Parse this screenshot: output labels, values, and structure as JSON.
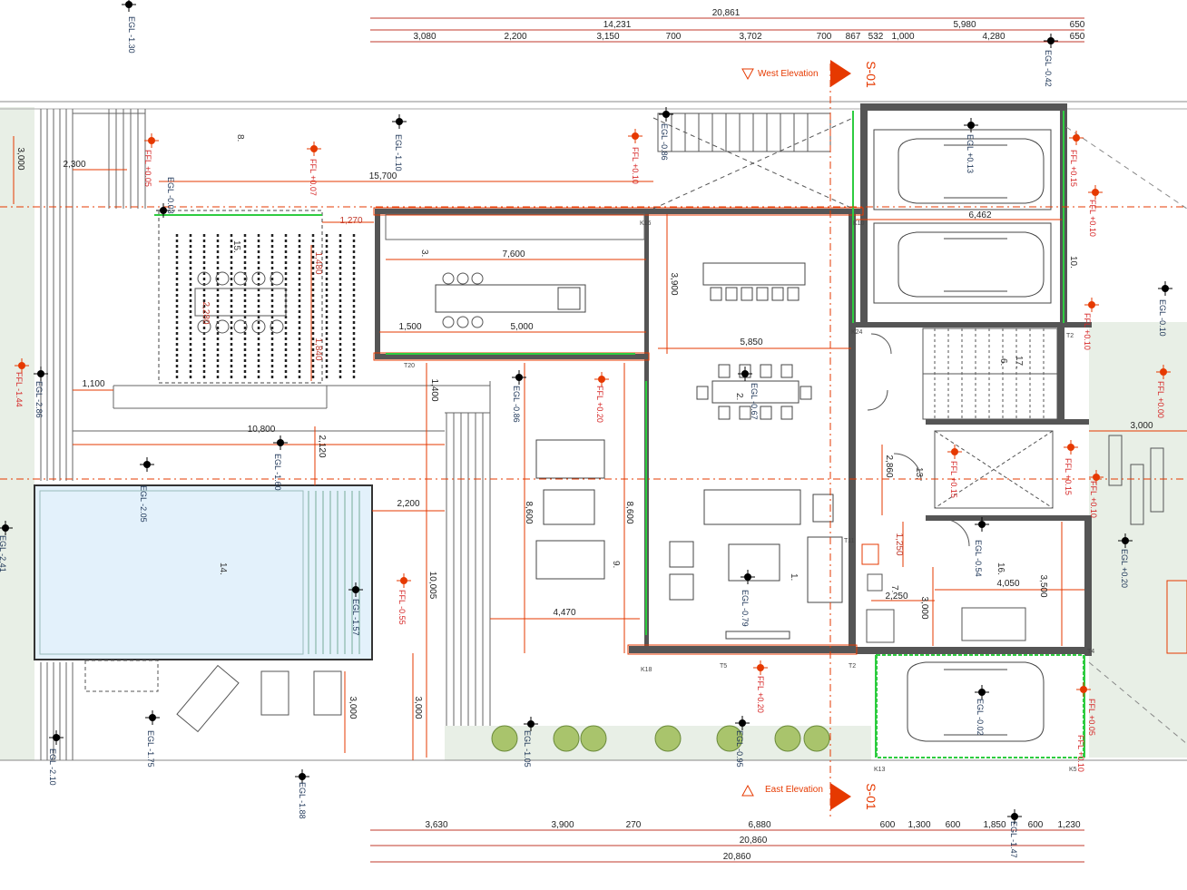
{
  "top_dims": {
    "overall": "20,861",
    "sub_left": "14,231",
    "sub_mid": "5,980",
    "sub_right": "650",
    "segments": [
      "3,080",
      "2,200",
      "3,150",
      "700",
      "3,702",
      "700",
      "867",
      "532",
      "1,000",
      "4,280",
      "650"
    ]
  },
  "bottom_dims": {
    "segments": [
      "3,630",
      "3,900",
      "270",
      "6,880",
      "600",
      "1,300",
      "600",
      "1,850",
      "600",
      "1,230"
    ],
    "overall_1": "20,860",
    "overall_2": "20,860"
  },
  "section_marks": {
    "top_label": "S-01",
    "bottom_label": "S-01",
    "west": "West Elevation",
    "east": "East Elevation"
  },
  "room_numbers": [
    "1.",
    "2.",
    "3.",
    "6.",
    "7.",
    "8.",
    "9.",
    "10.",
    "13.",
    "14.",
    "15.",
    "16.",
    "17."
  ],
  "interior_dims": {
    "d1": "7,600",
    "d2": "3,900",
    "d3": "1,500",
    "d4": "5,000",
    "d5": "5,850",
    "d6": "6,462",
    "d7": "1,270",
    "d8": "15,700",
    "d9": "2,300",
    "d10": "3,000",
    "d11": "1,100",
    "d12": "10,800",
    "d13": "2,120",
    "d14": "1,400",
    "d15": "2,200",
    "d16": "8,600",
    "d17": "8,600",
    "d18": "10,005",
    "d19": "4,470",
    "d20": "3,000",
    "d21": "3,000",
    "d22": "2,860",
    "d23": "1,250",
    "d24": "2,250",
    "d25": "4,050",
    "d26": "3,500",
    "d27": "3,000",
    "d28": "3,000",
    "d29": "1,480",
    "d30": "2,280",
    "d31": "1,840"
  },
  "levels": {
    "egl_n130": "EGL -1.30",
    "egl_n042": "EGL -0.42",
    "egl_n110": "EGL -1.10",
    "egl_n086a": "EGL -0.86",
    "egl_n086b": "EGL -0.86",
    "egl_p013": "EGL +0.13",
    "egl_n010": "EGL -0.10",
    "egl_n286": "EGL -2.86",
    "egl_n067": "EGL -0.67",
    "egl_n205": "EGL -2.05",
    "egl_n160": "EGL -1.60",
    "egl_n241": "EGL -2.41",
    "egl_n157": "EGL -1.57",
    "egl_n079": "EGL -0.79",
    "egl_n054": "EGL -0.54",
    "egl_p020": "EGL +0.20",
    "egl_n210": "EGL -2.10",
    "egl_n175": "EGL -1.75",
    "egl_n188": "EGL -1.88",
    "egl_n105": "EGL -1.05",
    "egl_n095": "EGL -0.95",
    "egl_n147": "EGL -1.47",
    "egl_n003": "EGL -0.03",
    "egl_n002": "EGL -0.02",
    "ffl_p005": "FFL +0.05",
    "ffl_p007": "FFL +0.07",
    "ffl_p010a": "FFL +0.10",
    "ffl_p015a": "FFL +0.15",
    "ffl_p010b": "FFL +0.10",
    "ffl_p020": "FFL +0.20",
    "ffl_n144": "FFL -1.44",
    "ffl_p010c": "FFL +0.10",
    "ffl_p000": "FFL +0.00",
    "ffl_p015b": "FFL +0.15",
    "ffl_p015c": "FFL +0.15",
    "ffl_p010d": "FFL +0.10",
    "ffl_n055": "FFL -0.55",
    "ffl_p020b": "FFL +0.20",
    "ffl_p005b": "FFL +0.05",
    "ffl_p010e": "FFL +0.10"
  },
  "colors": {
    "wall": "#555555",
    "dim_red": "#e63900",
    "green": "#2ecc40",
    "pool": "#e3f1fb",
    "lawn": "#e8efe6",
    "marker": "#e63900"
  }
}
